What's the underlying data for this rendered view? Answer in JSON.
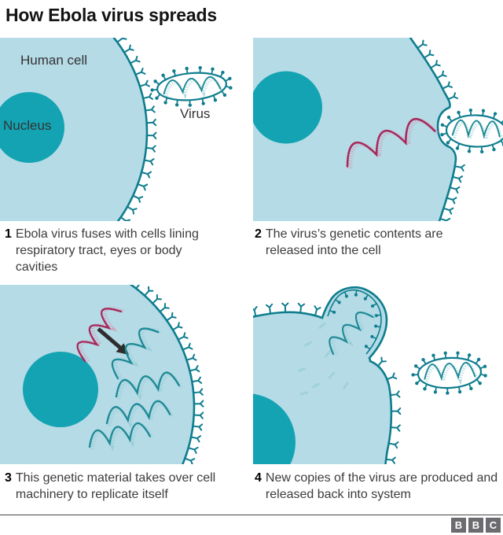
{
  "title": "How Ebola virus spreads",
  "colors": {
    "cell_fill": "#b5dbe6",
    "nucleus": "#14a3b3",
    "membrane": "#0e7d8e",
    "strand_teal": "#1e8a96",
    "strand_teal_hatch": "#8fc9d1",
    "strand_red": "#a6295c",
    "strand_red_hatch": "#d78fab",
    "arrow": "#2d2d2d",
    "dashes": "#9ed0d8"
  },
  "panels": [
    {
      "labels": {
        "cell": "Human cell",
        "nucleus": "Nucleus",
        "virus": "Virus"
      },
      "caption": {
        "num": "1",
        "text": "Ebola virus fuses with cells lining respiratory tract, eyes or body cavities"
      }
    },
    {
      "caption": {
        "num": "2",
        "text": "The virus’s genetic contents are released into the cell"
      }
    },
    {
      "caption": {
        "num": "3",
        "text": "This genetic material takes over cell machinery to replicate itself"
      }
    },
    {
      "caption": {
        "num": "4",
        "text": "New copies of the virus are produced and released back into system"
      }
    }
  ],
  "footer": {
    "logo_letters": [
      "B",
      "B",
      "C"
    ]
  }
}
